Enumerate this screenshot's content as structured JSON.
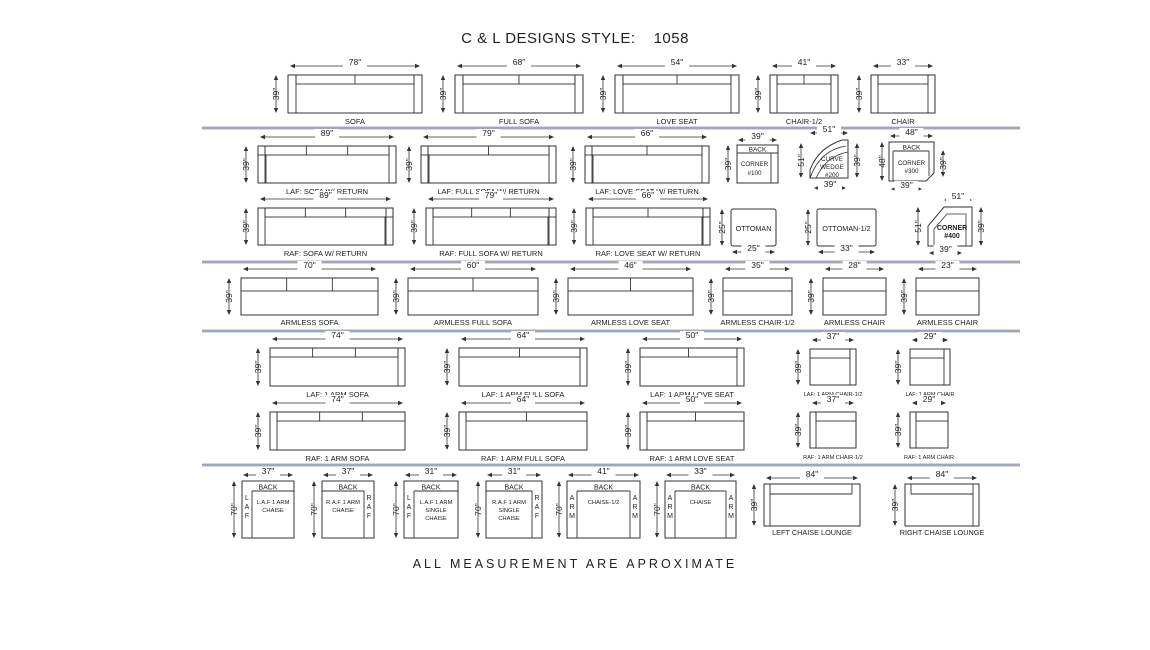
{
  "header": {
    "title": "C & L DESIGNS STYLE:",
    "style_number": "1058"
  },
  "footer": {
    "note": "ALL MEASUREMENT ARE APROXIMATE"
  },
  "colors": {
    "divider": "#a9b3c3",
    "line": "#333333",
    "background": "#ffffff"
  },
  "rows": [
    {
      "items": [
        {
          "label": "SOFA",
          "width": "78\"",
          "depth": "39\""
        },
        {
          "label": "FULL SOFA",
          "width": "68\"",
          "depth": "39\""
        },
        {
          "label": "LOVE SEAT",
          "width": "54\"",
          "depth": "39\""
        },
        {
          "label": "CHAIR-1/2",
          "width": "41\"",
          "depth": "39\""
        },
        {
          "label": "CHAIR",
          "width": "33\"",
          "depth": "39\""
        }
      ]
    },
    {
      "items": [
        {
          "label": "LAF: SOFA W/ RETURN",
          "width": "89\"",
          "depth": "39\""
        },
        {
          "label": "LAF: FULL SOFA W/ RETURN",
          "width": "79\"",
          "depth": "39\""
        },
        {
          "label": "LAF: LOVE SEAT W/ RETURN",
          "width": "66\"",
          "depth": "39\""
        },
        {
          "label": "CORNER #100",
          "inner": [
            "CORNER",
            "#100"
          ],
          "back": "BACK",
          "width": "39\"",
          "depth": "39\""
        },
        {
          "label": "CURVE WEDGE #200",
          "inner": [
            "CURVE",
            "WEDGE",
            "#200"
          ],
          "width": "51\"",
          "depth": "51\"",
          "depth2": "39\"",
          "bottom": "39\""
        },
        {
          "label": "CORNER #300",
          "inner": [
            "CORNER",
            "#300"
          ],
          "back": "BACK",
          "width": "48\"",
          "depth": "48\"",
          "depth2": "39\"",
          "bottom": "39\""
        }
      ]
    },
    {
      "items": [
        {
          "label": "RAF: SOFA W/ RETURN",
          "width": "89\"",
          "depth": "39\""
        },
        {
          "label": "RAF: FULL SOFA W/ RETURN",
          "width": "79\"",
          "depth": "39\""
        },
        {
          "label": "RAF: LOVE SEAT W/ RETURN",
          "width": "66\"",
          "depth": "39\""
        },
        {
          "label": "OTTOMAN",
          "width": "25\"",
          "depth": "25\""
        },
        {
          "label": "OTTOMAN-1/2",
          "width": "33\"",
          "depth": "25\""
        },
        {
          "label": "CORNER #400",
          "inner": [
            "CORNER",
            "#400"
          ],
          "width": "51\"",
          "depth": "51\"",
          "depth2": "39\"",
          "bottom": "39\""
        }
      ]
    },
    {
      "items": [
        {
          "label": "ARMLESS SOFA",
          "width": "70\"",
          "depth": "39\""
        },
        {
          "label": "ARMLESS FULL SOFA",
          "width": "60\"",
          "depth": "39\""
        },
        {
          "label": "ARMLESS LOVE SEAT",
          "width": "46\"",
          "depth": "39\""
        },
        {
          "label": "ARMLESS CHAIR-1/2",
          "width": "35\"",
          "depth": "39\""
        },
        {
          "label": "ARMLESS CHAIR",
          "width": "28\"",
          "depth": "39\""
        },
        {
          "label": "ARMLESS CHAIR",
          "width": "23\"",
          "depth": "39\""
        }
      ]
    },
    {
      "items": [
        {
          "label": "LAF: 1 ARM SOFA",
          "width": "74\"",
          "depth": "39\""
        },
        {
          "label": "LAF: 1 ARM FULL SOFA",
          "width": "64\"",
          "depth": "39\""
        },
        {
          "label": "LAF: 1 ARM LOVE SEAT",
          "width": "50\"",
          "depth": "39\""
        },
        {
          "label": "LAF: 1 ARM CHAIR-1/2",
          "width": "37\"",
          "depth": "39\""
        },
        {
          "label": "LAF: 1 ARM CHAIR",
          "width": "29\"",
          "depth": "39\""
        }
      ]
    },
    {
      "items": [
        {
          "label": "RAF: 1 ARM SOFA",
          "width": "74\"",
          "depth": "39\""
        },
        {
          "label": "RAF: 1 ARM FULL SOFA",
          "width": "64\"",
          "depth": "39\""
        },
        {
          "label": "RAF: 1 ARM LOVE SEAT",
          "width": "50\"",
          "depth": "39\""
        },
        {
          "label": "RAF: 1 ARM CHAIR-1/2",
          "width": "37\"",
          "depth": "39\""
        },
        {
          "label": "RAF: 1 ARM CHAIR",
          "width": "29\"",
          "depth": "39\""
        }
      ]
    },
    {
      "items": [
        {
          "label": "L.A.F 1 ARM CHAISE",
          "inner": [
            "L.A.F 1 ARM",
            "CHAISE"
          ],
          "back": "BACK",
          "side": "LAF",
          "width": "37\"",
          "depth": "70\""
        },
        {
          "label": "R.A.F 1 ARM CHAISE",
          "inner": [
            "R.A.F 1 ARM",
            "CHAISE"
          ],
          "back": "BACK",
          "side": "RAF",
          "width": "37\"",
          "depth": "70\""
        },
        {
          "label": "L.A.F 1 ARM SINGLE CHAISE",
          "inner": [
            "L.A.F 1 ARM",
            "SINGLE",
            "CHAISE"
          ],
          "back": "BACK",
          "side": "LAF",
          "width": "31\"",
          "depth": "70\""
        },
        {
          "label": "R.A.F 1 ARM SINGLE CHAISE",
          "inner": [
            "R.A.F 1 ARM",
            "SINGLE",
            "CHAISE"
          ],
          "back": "BACK",
          "side": "RAF",
          "width": "31\"",
          "depth": "70\""
        },
        {
          "label": "CHAISE-1/2",
          "inner": [
            "CHAISE-1/2"
          ],
          "back": "BACK",
          "side": "ARM",
          "width": "41\"",
          "depth": "70\""
        },
        {
          "label": "CHAISE",
          "inner": [
            "CHAISE"
          ],
          "back": "BACK",
          "side": "ARM",
          "width": "33\"",
          "depth": "70\""
        },
        {
          "label": "LEFT CHAISE LOUNGE",
          "width": "84\"",
          "depth": "39\""
        },
        {
          "label": "RIGHT CHAISE LOUNGE",
          "width": "84\"",
          "depth": "39\""
        }
      ]
    }
  ]
}
